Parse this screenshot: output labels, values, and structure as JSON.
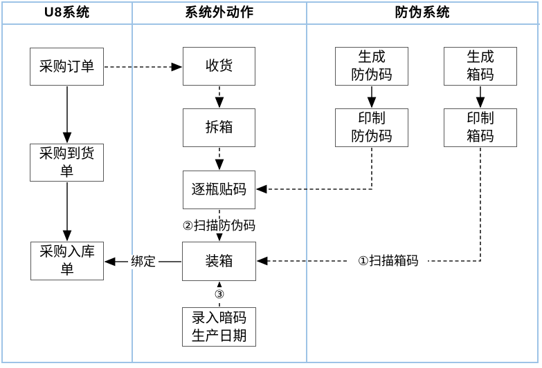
{
  "diagram": {
    "type": "swimlane-flowchart",
    "lanes": [
      {
        "title": "U8系统"
      },
      {
        "title": "系统外动作"
      },
      {
        "title": "防伪系统"
      }
    ],
    "nodes": {
      "purchase_order": {
        "label": "采购订单",
        "lane": "U8系统"
      },
      "purchase_arrival_note": {
        "label": "采购到货\n单",
        "lane": "U8系统"
      },
      "purchase_inbound_note": {
        "label": "采购入库\n单",
        "lane": "U8系统"
      },
      "receive_goods": {
        "label": "收货",
        "lane": "系统外动作"
      },
      "unpack_box": {
        "label": "拆箱",
        "lane": "系统外动作"
      },
      "label_each_bottle": {
        "label": "逐瓶贴码",
        "lane": "系统外动作"
      },
      "pack_box": {
        "label": "装箱",
        "lane": "系统外动作"
      },
      "enter_secret_code_date": {
        "label": "录入暗码\n生产日期",
        "lane": "系统外动作"
      },
      "generate_security_code": {
        "label": "生成\n防伪码",
        "lane": "防伪系统"
      },
      "print_security_code": {
        "label": "印制\n防伪码",
        "lane": "防伪系统"
      },
      "generate_box_code": {
        "label": "生成\n箱码",
        "lane": "防伪系统"
      },
      "print_box_code": {
        "label": "印制\n箱码",
        "lane": "防伪系统"
      }
    },
    "edge_labels": {
      "scan_security_code": "②扫描防伪码",
      "bind": "绑定",
      "scan_box_code": "①扫描箱码",
      "step_three": "③"
    },
    "edges": [
      {
        "from": "purchase_order",
        "to": "receive_goods",
        "line": "dashed"
      },
      {
        "from": "purchase_order",
        "to": "purchase_arrival_note",
        "line": "solid"
      },
      {
        "from": "purchase_arrival_note",
        "to": "purchase_inbound_note",
        "line": "solid"
      },
      {
        "from": "receive_goods",
        "to": "unpack_box",
        "line": "dashed"
      },
      {
        "from": "unpack_box",
        "to": "label_each_bottle",
        "line": "dashed"
      },
      {
        "from": "label_each_bottle",
        "to": "pack_box",
        "line": "dashed",
        "label_key": "scan_security_code"
      },
      {
        "from": "pack_box",
        "to": "purchase_inbound_note",
        "line": "solid",
        "label_key": "bind"
      },
      {
        "from": "enter_secret_code_date",
        "to": "pack_box",
        "line": "dashed",
        "label_key": "step_three"
      },
      {
        "from": "generate_security_code",
        "to": "print_security_code",
        "line": "solid"
      },
      {
        "from": "print_security_code",
        "to": "label_each_bottle",
        "line": "dashed"
      },
      {
        "from": "generate_box_code",
        "to": "print_box_code",
        "line": "solid"
      },
      {
        "from": "print_box_code",
        "to": "pack_box",
        "line": "dashed",
        "label_key": "scan_box_code"
      }
    ],
    "colors": {
      "lane_border": "#9dc3e6",
      "box_border": "#595959",
      "arrow": "#000000",
      "text": "#000000",
      "background": "#ffffff"
    }
  }
}
